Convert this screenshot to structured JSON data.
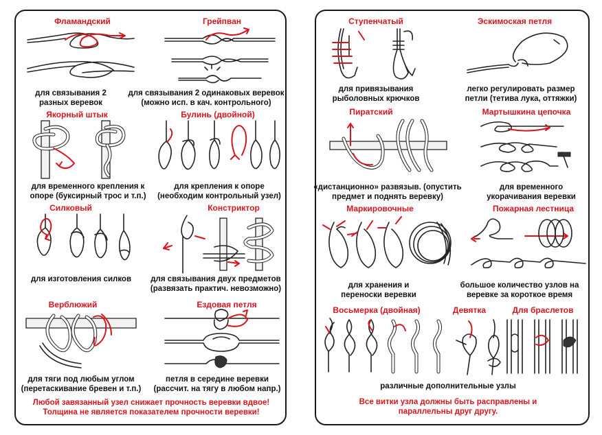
{
  "left_card": {
    "knots": [
      {
        "title": "Фламандский",
        "desc": [
          "для связывания 2",
          "разных веревок"
        ]
      },
      {
        "title": "Грейпван",
        "desc": [
          "для связывания 2 одинаковых веревок",
          "(можно исп. в кач. контрольного)"
        ]
      },
      {
        "title": "Якорный  штык",
        "desc": [
          "для временного крепления к",
          "опоре (буксирный трос и т.п.)"
        ]
      },
      {
        "title": "Булинь (двойной)",
        "desc": [
          "для крепления к опоре",
          "(необходим контрольный узел)"
        ]
      },
      {
        "title": "Силковый",
        "desc": [
          "для изготовления силков"
        ]
      },
      {
        "title": "Констриктор",
        "desc": [
          "для связывания двух предметов",
          "(развязать практич. невозможно)"
        ]
      },
      {
        "title": "Верблюжий",
        "desc": [
          "для тяги под любым углом",
          "(перетаскивание бревен и т.п.)"
        ]
      },
      {
        "title": "Ездовая петля",
        "desc": [
          "петля в середине веревки",
          "(рассчит. на тягу в любом напр.)"
        ]
      }
    ],
    "warning": [
      "Любой завязанный узел снижает прочность веревки вдвое!",
      "Толщина не  является показателем прочности веревки!"
    ]
  },
  "right_card": {
    "knots": [
      {
        "title": "Ступенчатый",
        "desc": [
          "для привязывания",
          "рыболовных крючков"
        ]
      },
      {
        "title": "Эскимоская петля",
        "desc": [
          "легко регулировать размер",
          "петли (тетива лука, оттяжки)"
        ]
      },
      {
        "title": "Пиратский",
        "desc": [
          "«дистанционно» развязыв. (опустить",
          "предмет и поднять веревку)"
        ]
      },
      {
        "title": "Мартышкина цепочка",
        "desc": [
          "для временного",
          "укорачивания веревки"
        ]
      },
      {
        "title": "Маркировочные",
        "desc": [
          "для хранения и",
          "переноски веревки"
        ]
      },
      {
        "title": "Пожарная лестница",
        "desc": [
          "большое количество узлов на",
          "веревке за короткое время"
        ]
      },
      {
        "title": "Восьмерка (двойная)",
        "desc": []
      },
      {
        "title": "Девятка",
        "desc": []
      },
      {
        "title": "Для браслетов",
        "desc": []
      }
    ],
    "footer_desc": "различные дополнительные узлы",
    "warning": [
      "Все витки узла должны быть расправлены и",
      "параллельны друг другу."
    ]
  }
}
